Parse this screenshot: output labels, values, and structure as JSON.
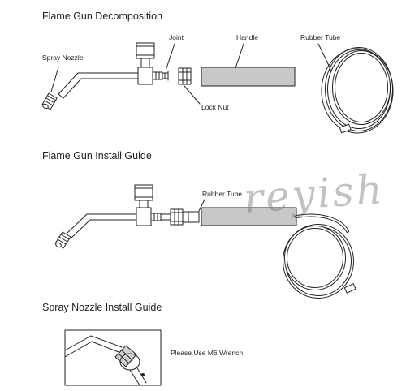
{
  "sections": {
    "decomposition": {
      "title": "Flame Gun Decomposition",
      "labels": {
        "spray_nozzle": "Spray Nozzle",
        "joint": "Joint",
        "handle": "Handle",
        "rubber_tube": "Rubber Tube",
        "lock_nut": "Lock Nut"
      }
    },
    "install": {
      "title": "Flame Gun Install Guide",
      "labels": {
        "rubber_tube": "Rubber Tube"
      }
    },
    "nozzle": {
      "title": "Spray Nozzle Install Guide",
      "note": "Please Use M6 Wrench"
    }
  },
  "watermark": "reyish",
  "colors": {
    "line": "#222222",
    "handle_fill": "#c8c8c8",
    "background": "#ffffff"
  }
}
